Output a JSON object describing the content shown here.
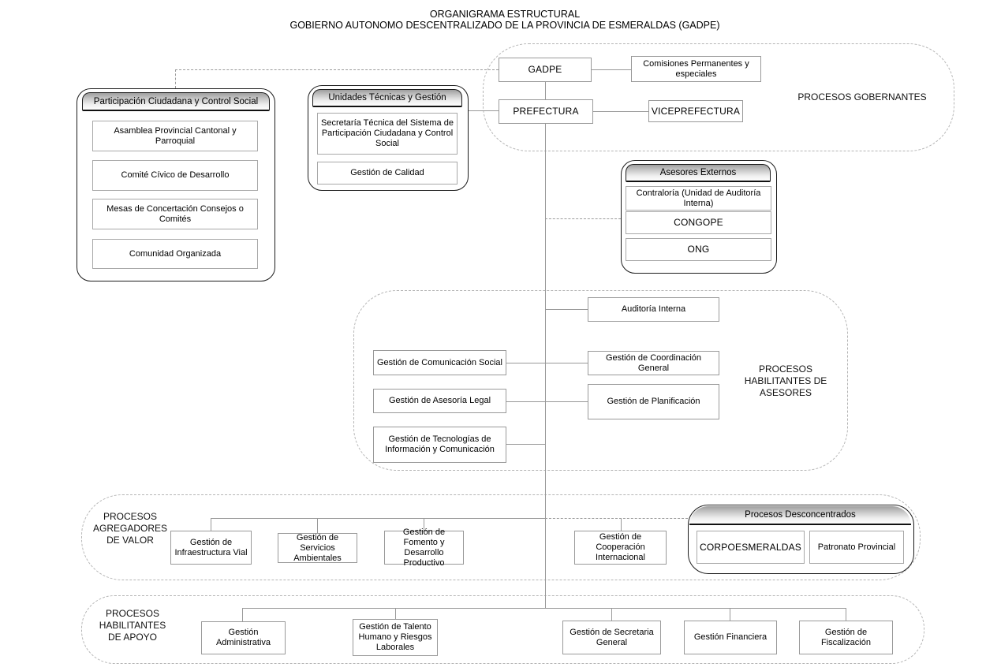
{
  "title": {
    "line1": "ORGANIGRAMA ESTRUCTURAL",
    "line2": "GOBIERNO AUTONOMO DESCENTRALIZADO DE LA PROVINCIA DE ESMERALDAS (GADPE)"
  },
  "colors": {
    "connector_line": "#999999",
    "container_dashed_border": "#b5b5b5",
    "item_border": "#a8a8a8",
    "black_border": "#1c1c1c",
    "header_gradient_top": "#9e9e9e",
    "header_gradient_bottom": "#fdfdfd"
  },
  "gobernantes": {
    "label": "PROCESOS GOBERNANTES",
    "gadpe": "GADPE",
    "comisiones": "Comisiones Permanentes y especiales",
    "prefectura": "PREFECTURA",
    "viceprefectura": "VICEPREFECTURA"
  },
  "participacion": {
    "header": "Participación Ciudadana y Control Social",
    "items": [
      "Asamblea Provincial Cantonal y Parroquial",
      "Comité Cívico de Desarrollo",
      "Mesas de Concertación Consejos o Comités",
      "Comunidad Organizada"
    ]
  },
  "unidades": {
    "header": "Unidades Técnicas y Gestión",
    "items": [
      "Secretaría Técnica del Sistema de Participación Ciudadana y Control Social",
      "Gestión de Calidad"
    ]
  },
  "asesores_externos": {
    "header": "Asesores Externos",
    "items": [
      "Contraloría (Unidad de Auditoría Interna)",
      "CONGOPE",
      "ONG"
    ]
  },
  "habilitantes_asesores": {
    "label": "PROCESOS\nHABILITANTES DE\nASESORES",
    "auditoria_interna": "Auditoría Interna",
    "comunicacion_social": "Gestión de Comunicación Social",
    "coordinacion_general": "Gestión de Coordinación General",
    "asesoria_legal": "Gestión de Asesoría Legal",
    "planificacion": "Gestión de Planificación",
    "tecnologias": "Gestión de Tecnologías de Información y Comunicación"
  },
  "agregadores": {
    "label": "PROCESOS\nAGREGADORES\nDE VALOR",
    "infraestructura_vial": "Gestión de Infraestructura Vial",
    "servicios_ambientales": "Gestión de Servicios Ambientales",
    "fomento_productivo": "Gestión de Fomento y Desarrollo Productivo",
    "cooperacion_internacional": "Gestión de Cooperación Internacional"
  },
  "desconcentrados": {
    "header": "Procesos Desconcentrados",
    "items": [
      "CORPOESMERALDAS",
      "Patronato Provincial"
    ]
  },
  "apoyo": {
    "label": "PROCESOS\nHABILITANTES\nDE APOYO",
    "administrativa": "Gestión Administrativa",
    "talento_humano": "Gestión de Talento Humano y Riesgos Laborales",
    "secretaria_general": "Gestión de Secretaria General",
    "financiera": "Gestión Financiera",
    "fiscalizacion": "Gestión de Fiscalización"
  }
}
